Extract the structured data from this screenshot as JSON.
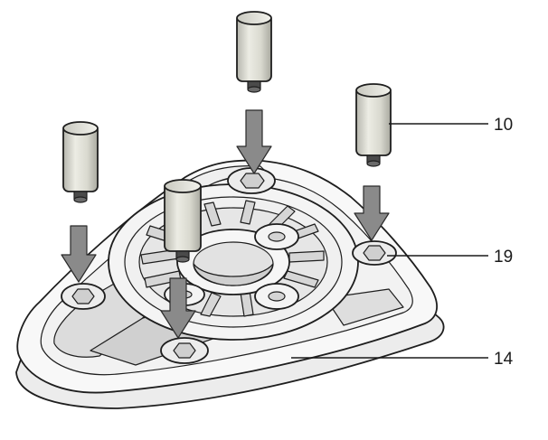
{
  "diagram": {
    "callouts": [
      {
        "id": "feet",
        "label": "10"
      },
      {
        "id": "socket",
        "label": "19"
      },
      {
        "id": "base-plate",
        "label": "14"
      }
    ],
    "colors": {
      "line": "#1e1e1e",
      "plate": "#f7f7f7",
      "rim_shade": "#d9d9d9",
      "post_light": "#e8e8e0",
      "post_shade": "#b9b9b0",
      "arrow_fill": "#8a8a8a"
    },
    "parts": [
      "base-plate",
      "feet",
      "arrows"
    ]
  }
}
